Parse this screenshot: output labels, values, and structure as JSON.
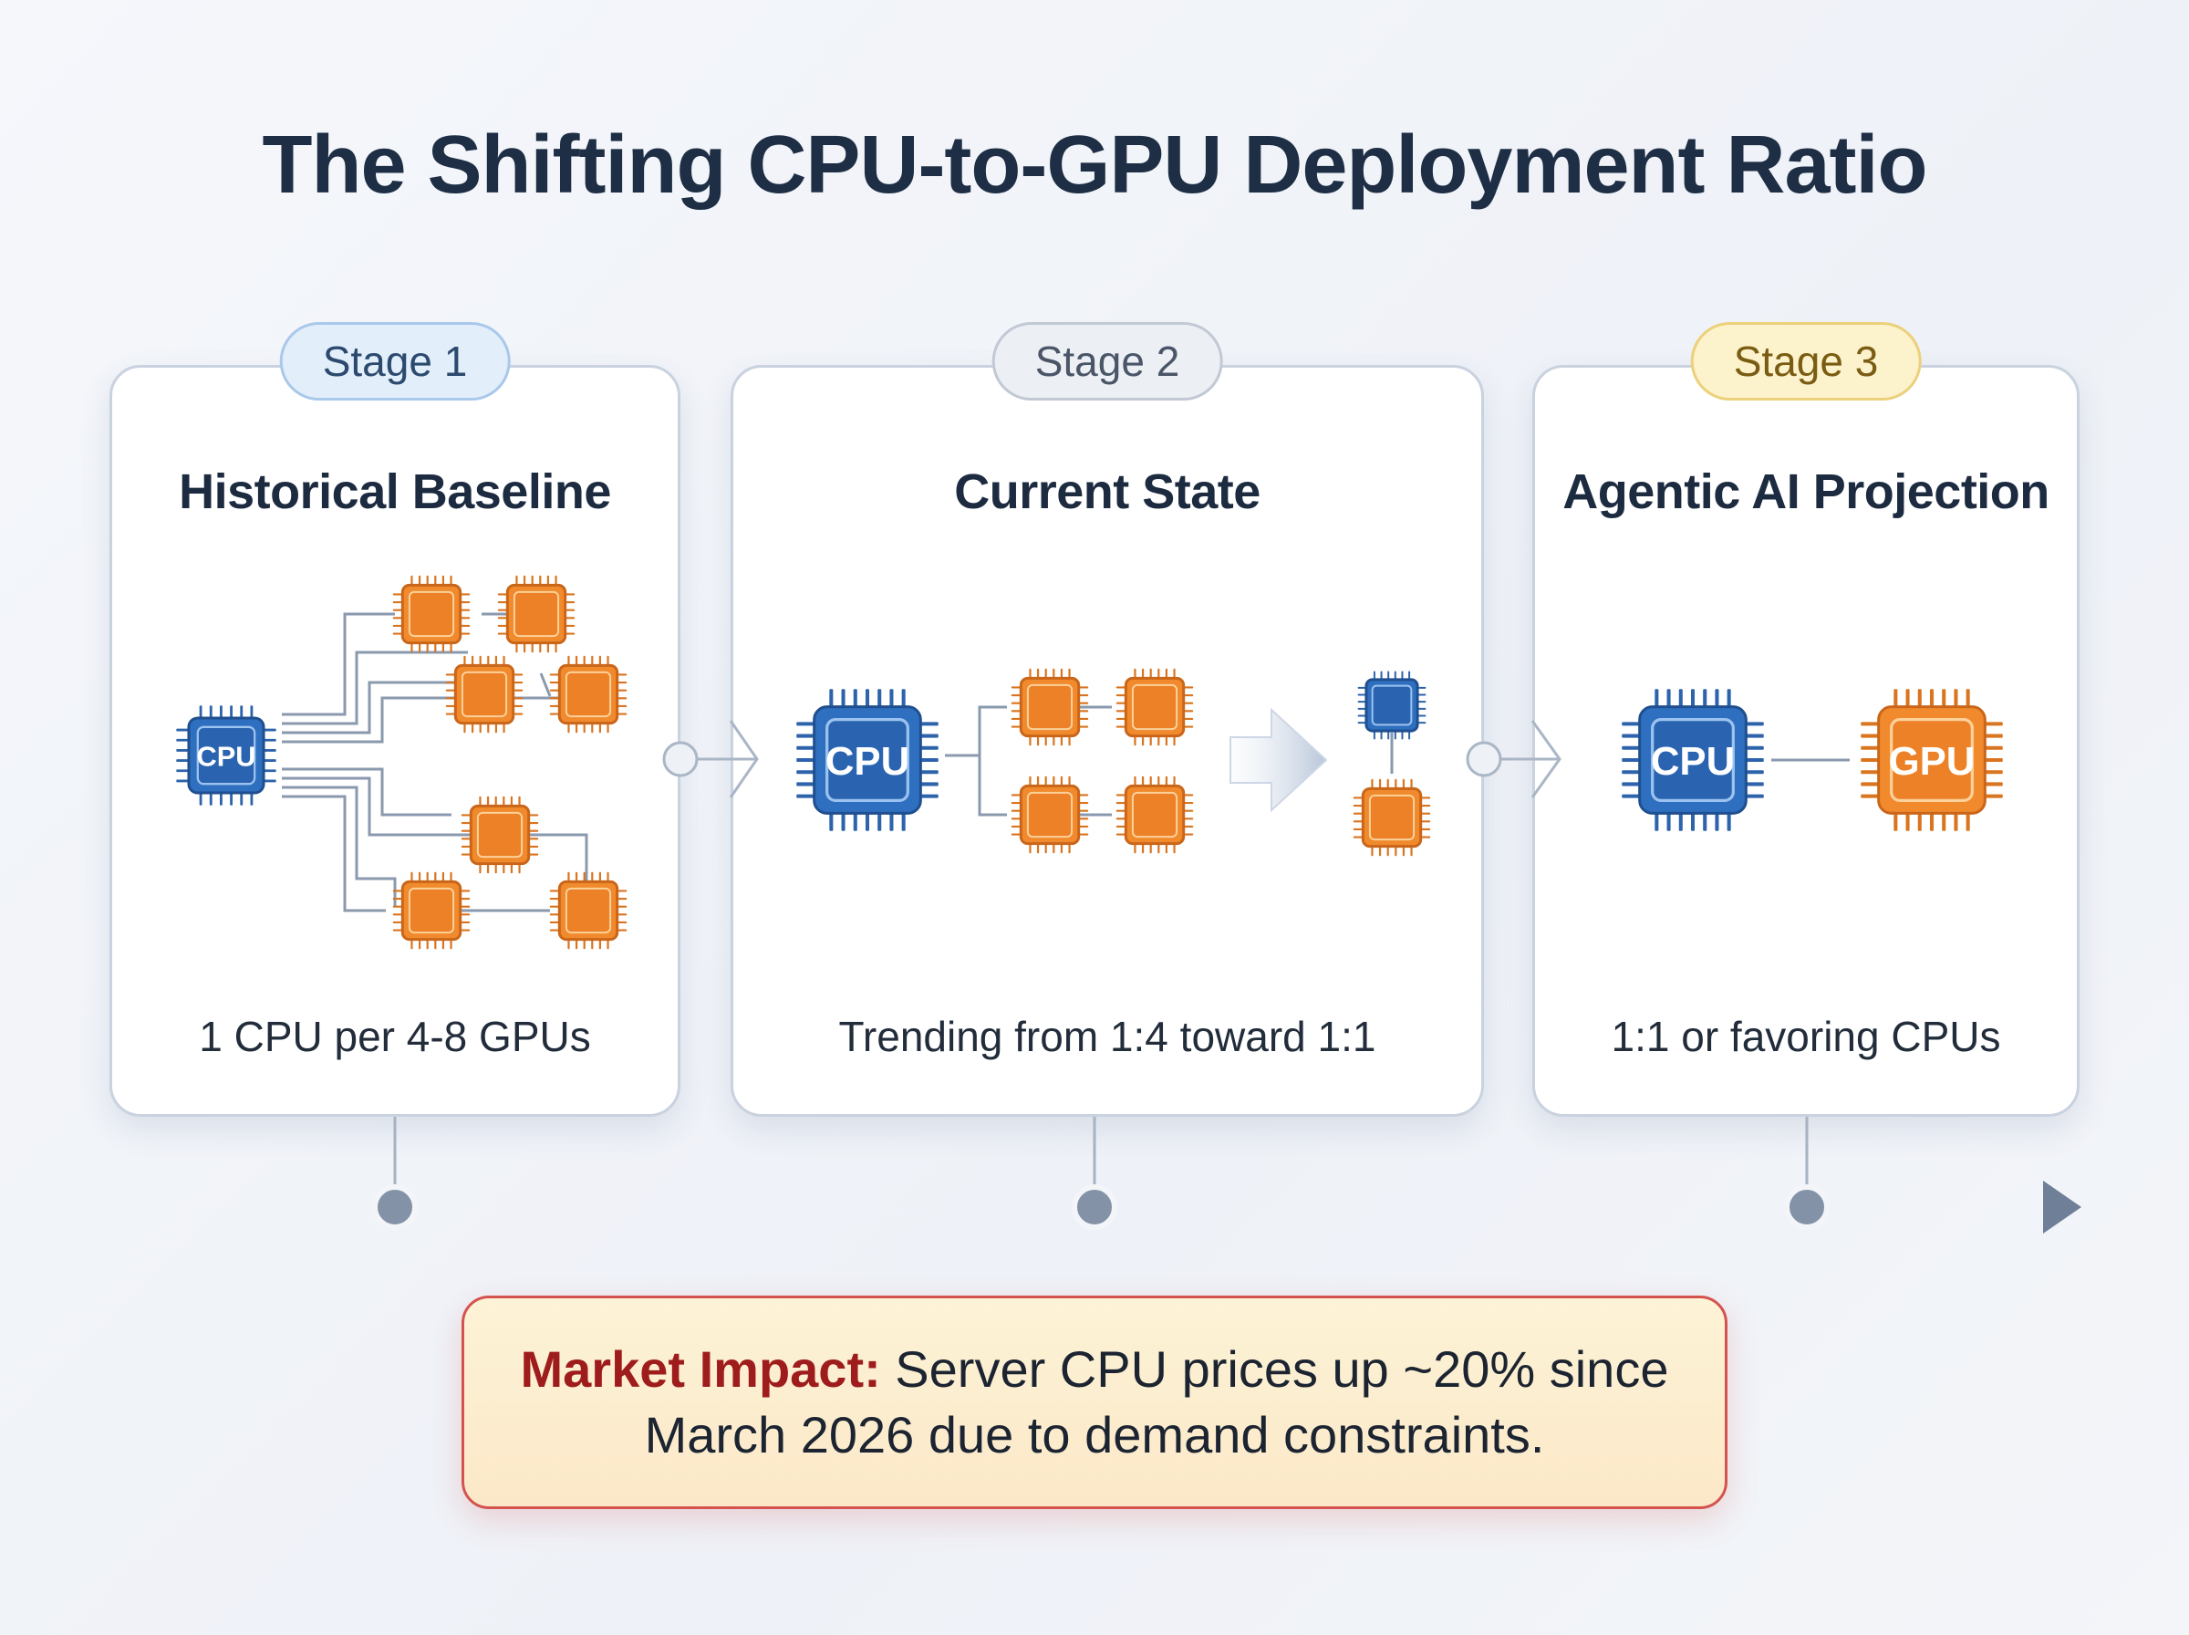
{
  "title": "The Shifting CPU-to-GPU Deployment Ratio",
  "stages": [
    {
      "badge": "Stage 1",
      "title": "Historical Baseline",
      "caption": "1 CPU per 4-8 GPUs",
      "chip_labels": {
        "cpu": "CPU"
      }
    },
    {
      "badge": "Stage 2",
      "title": "Current State",
      "caption": "Trending from 1:4 toward 1:1",
      "chip_labels": {
        "cpu": "CPU"
      }
    },
    {
      "badge": "Stage 3",
      "title": "Agentic AI Projection",
      "caption": "1:1 or favoring CPUs",
      "chip_labels": {
        "cpu": "CPU",
        "gpu": "GPU"
      }
    }
  ],
  "impact": {
    "label": "Market Impact:",
    "text": " Server CPU prices up ~20% since March 2026 due to demand constraints."
  },
  "colors": {
    "cpu_blue": "#2f6fbf",
    "gpu_orange": "#f08a2c",
    "impact_red": "#9e1c1c",
    "timeline_slate": "#7e8ea6"
  },
  "icons": [
    "cpu-chip-icon",
    "gpu-chip-icon",
    "arrow-right-icon"
  ]
}
